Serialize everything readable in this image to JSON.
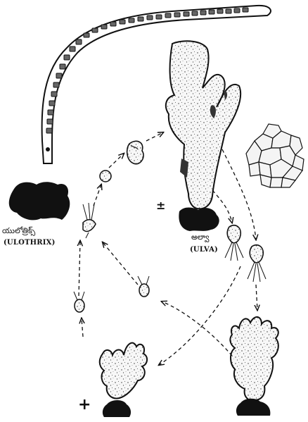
{
  "labels": {
    "ulothrix_telugu": "యులోత్రిక్స్",
    "ulothrix_latin": "(ULOTHRIX)",
    "ulva_telugu": "అల్వా",
    "ulva_latin": "(ULVA)"
  },
  "symbols": {
    "plus_minus": "±",
    "plus": "+"
  }
}
